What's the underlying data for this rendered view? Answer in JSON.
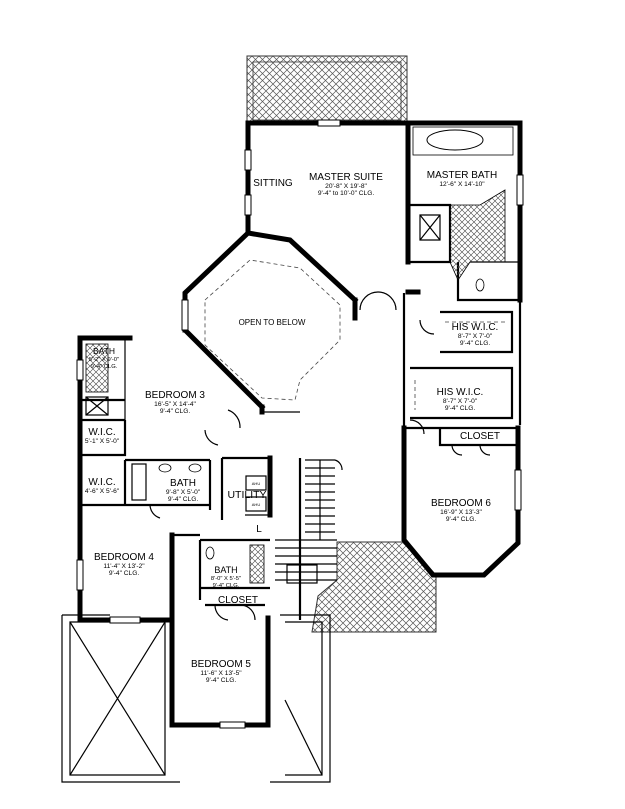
{
  "rooms": {
    "sitting": {
      "name": "SITTING"
    },
    "master_suite": {
      "name": "MASTER SUITE",
      "size": "20'-8\" X 19'-8\"",
      "clg": "9'-4\" to 10'-0\" CLG."
    },
    "master_bath": {
      "name": "MASTER BATH",
      "size": "12'-6\" X 14'-10\""
    },
    "open_to_below": {
      "name": "OPEN TO BELOW"
    },
    "his_wic_1": {
      "name": "HIS W.I.C.",
      "size": "8'-7\" X 7'-0\"",
      "clg": "9'-4\" CLG."
    },
    "his_wic_2": {
      "name": "HIS W.I.C.",
      "size": "8'-7\" X 7'-0\"",
      "clg": "9'-4\" CLG."
    },
    "closet_right": {
      "name": "CLOSET"
    },
    "bedroom_6": {
      "name": "BEDROOM 6",
      "size": "16'-9\" X 13'-3\"",
      "clg": "9'-4\" CLG."
    },
    "bath_left": {
      "name": "BATH",
      "size": "5'-2\" X 9'-0\"",
      "clg": "9'-4\" CLG."
    },
    "bedroom_3": {
      "name": "BEDROOM 3",
      "size": "16'-5\" X 14'-4\"",
      "clg": "9'-4\" CLG."
    },
    "wic_1": {
      "name": "W.I.C.",
      "size": "5'-1\" X 5'-0\""
    },
    "wic_2": {
      "name": "W.I.C.",
      "size": "4'-6\" X 5'-6\""
    },
    "bath_mid": {
      "name": "BATH",
      "size": "9'-8\" X 5'-0\"",
      "clg": "9'-4\" CLG."
    },
    "utility": {
      "name": "UTILITY"
    },
    "linen": {
      "name": "L"
    },
    "bath_small": {
      "name": "BATH",
      "size": "8'-0\" X 5'-5\"",
      "clg": "9'-4\" CLG."
    },
    "closet_mid": {
      "name": "CLOSET"
    },
    "bedroom_4": {
      "name": "BEDROOM 4",
      "size": "11'-4\" X 13'-2\"",
      "clg": "9'-4\" CLG."
    },
    "bedroom_5": {
      "name": "BEDROOM 5",
      "size": "11'-6\" X 13'-5\"",
      "clg": "9'-4\" CLG."
    }
  },
  "fixtures": {
    "ahu_label": "AHU"
  }
}
